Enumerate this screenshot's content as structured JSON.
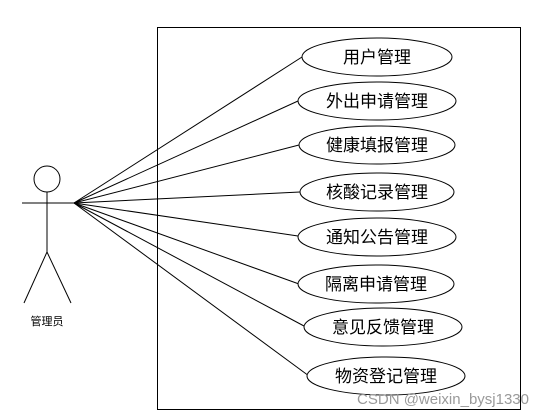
{
  "actor": {
    "label": "管理员"
  },
  "use_cases": [
    {
      "label": "用户管理"
    },
    {
      "label": "外出申请管理"
    },
    {
      "label": "健康填报管理"
    },
    {
      "label": "核酸记录管理"
    },
    {
      "label": "通知公告管理"
    },
    {
      "label": "隔离申请管理"
    },
    {
      "label": "意见反馈管理"
    },
    {
      "label": "物资登记管理"
    }
  ],
  "watermark": {
    "text": "CSDN @weixin_bysj1330"
  },
  "colors": {
    "stroke": "#000000",
    "background": "#ffffff",
    "watermark": "#9a9a9a"
  }
}
